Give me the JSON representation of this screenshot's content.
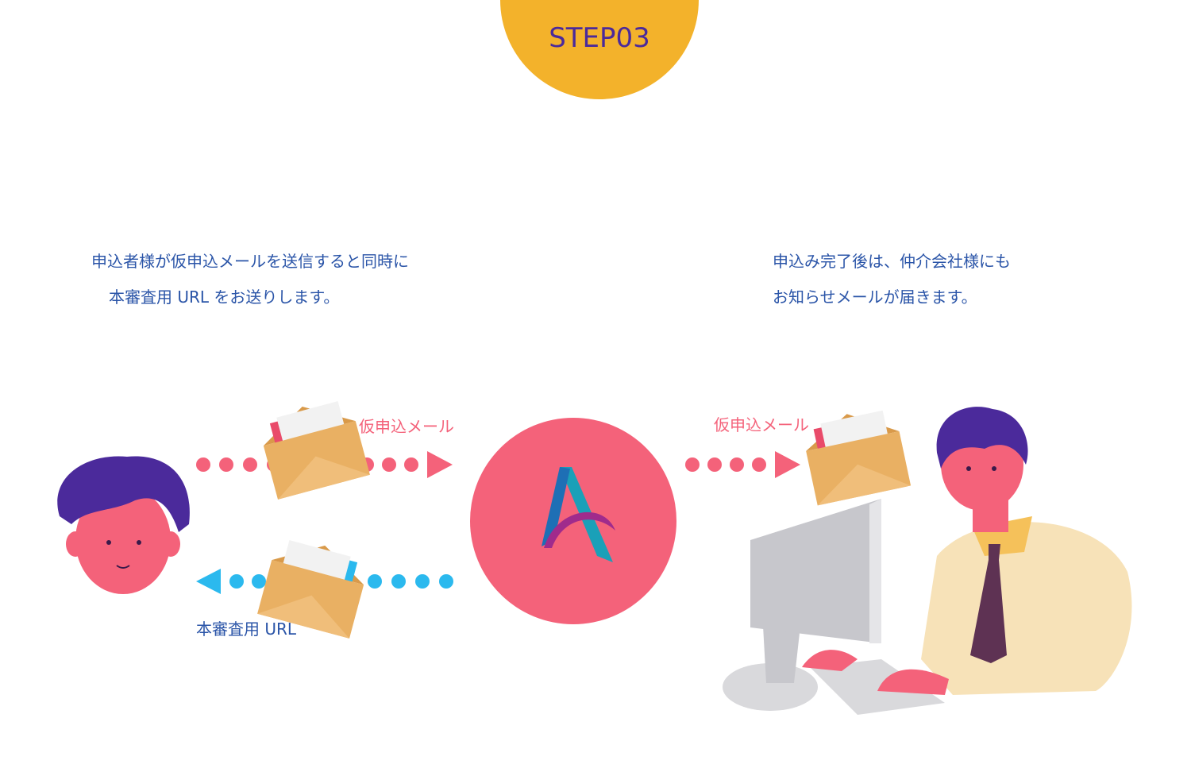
{
  "step": {
    "label": "STEP03"
  },
  "left_description": {
    "line1": "申込者様が仮申込メールを送信すると同時に",
    "line2": "本審査用 URL をお送りします。"
  },
  "right_description": {
    "line1": "申込み完了後は、仲介会社様にも",
    "line2": "お知らせメールが届きます。"
  },
  "flow_labels": {
    "applicant_to_service": "仮申込メール",
    "service_to_agent": "仮申込メール",
    "service_to_applicant": "本審査用 URL"
  },
  "colors": {
    "step_badge": "#F3B22B",
    "step_text": "#4B2A9B",
    "text_blue": "#2B55A8",
    "pink": "#F4627A",
    "cyan": "#2BB9EE",
    "envelope": "#E9B063"
  }
}
